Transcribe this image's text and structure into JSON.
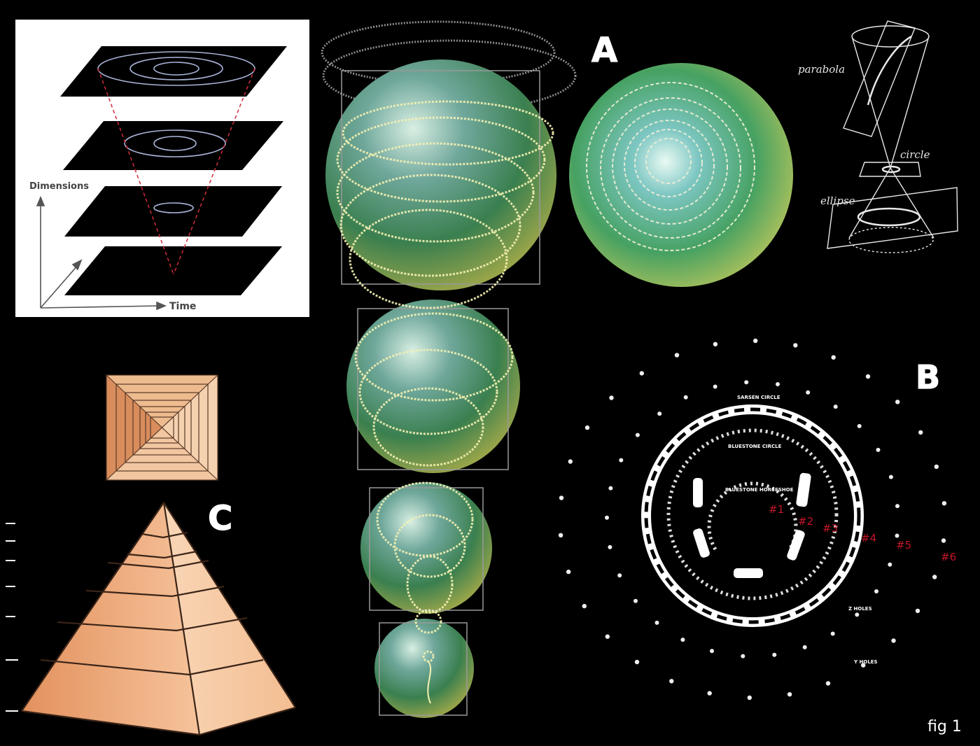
{
  "inset": {
    "y_axis_label": "Dimensions",
    "x_axis_label": "Time"
  },
  "panel_letters": {
    "a": "A",
    "b": "B",
    "c": "C"
  },
  "conics": {
    "parabola": "parabola",
    "circle": "circle",
    "ellipse": "ellipse"
  },
  "stonehenge": {
    "sarsen_circle": "SARSEN CIRCLE",
    "bluestone_circle": "BLUESTONE CIRCLE",
    "bluestone_horseshoe": "BLUESTONE HORSESHOE",
    "z_holes": "Z HOLES",
    "y_holes": "Y HOLES",
    "markers": [
      "#1",
      "#2",
      "#3",
      "#4",
      "#5",
      "#6"
    ]
  },
  "caption": "fig 1",
  "colors": {
    "background": "#000000",
    "pyramid_light": "#f7c9a1",
    "pyramid_dark": "#e69a68",
    "sphere_teal": "#8fc9c9",
    "sphere_green": "#3f8d4e",
    "sphere_yellow": "#c7c24a",
    "marker_red": "#c4162a"
  }
}
